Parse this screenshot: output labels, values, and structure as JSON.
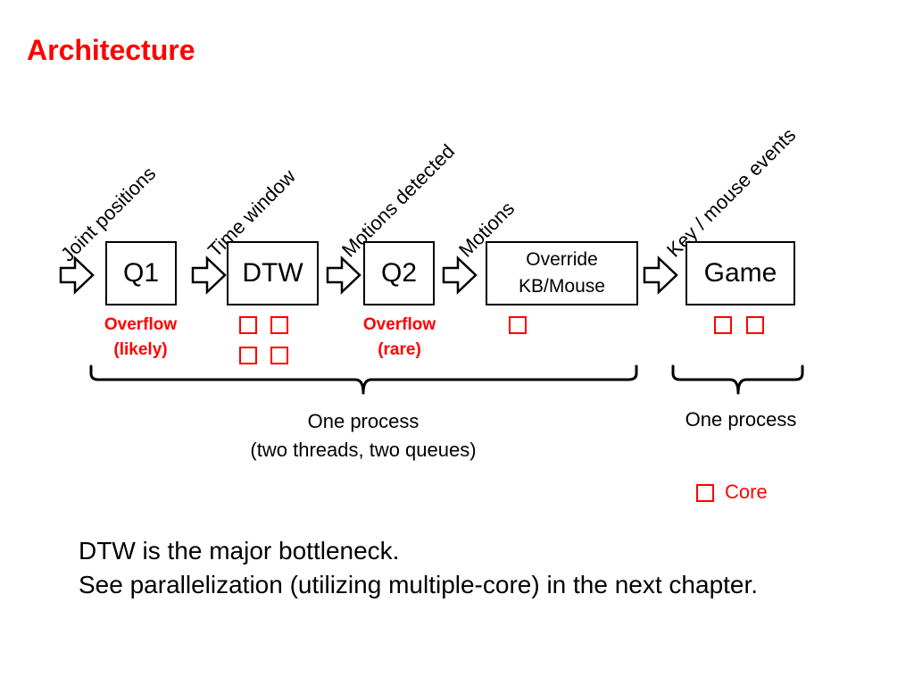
{
  "title": "Architecture",
  "flow_labels": [
    "Joint positions",
    "Time window",
    "Motions detected",
    "Motions",
    "Key / mouse events"
  ],
  "boxes": {
    "q1": "Q1",
    "dtw": "DTW",
    "q2": "Q2",
    "override_line1": "Override",
    "override_line2": "KB/Mouse",
    "game": "Game"
  },
  "notes": {
    "q1_line1": "Overflow",
    "q1_line2": "(likely)",
    "q2_line1": "Overflow",
    "q2_line2": "(rare)"
  },
  "cores": {
    "dtw": 4,
    "override": 1,
    "game": 2
  },
  "process_captions": {
    "left_line1": "One process",
    "left_line2": "(two threads, two queues)",
    "right": "One process"
  },
  "legend": {
    "label": "Core"
  },
  "colors": {
    "accent": "#ff0000",
    "text": "#000000"
  },
  "body_text": {
    "line1": "DTW is the major bottleneck.",
    "line2": "See parallelization (utilizing multiple-core) in the next chapter."
  }
}
